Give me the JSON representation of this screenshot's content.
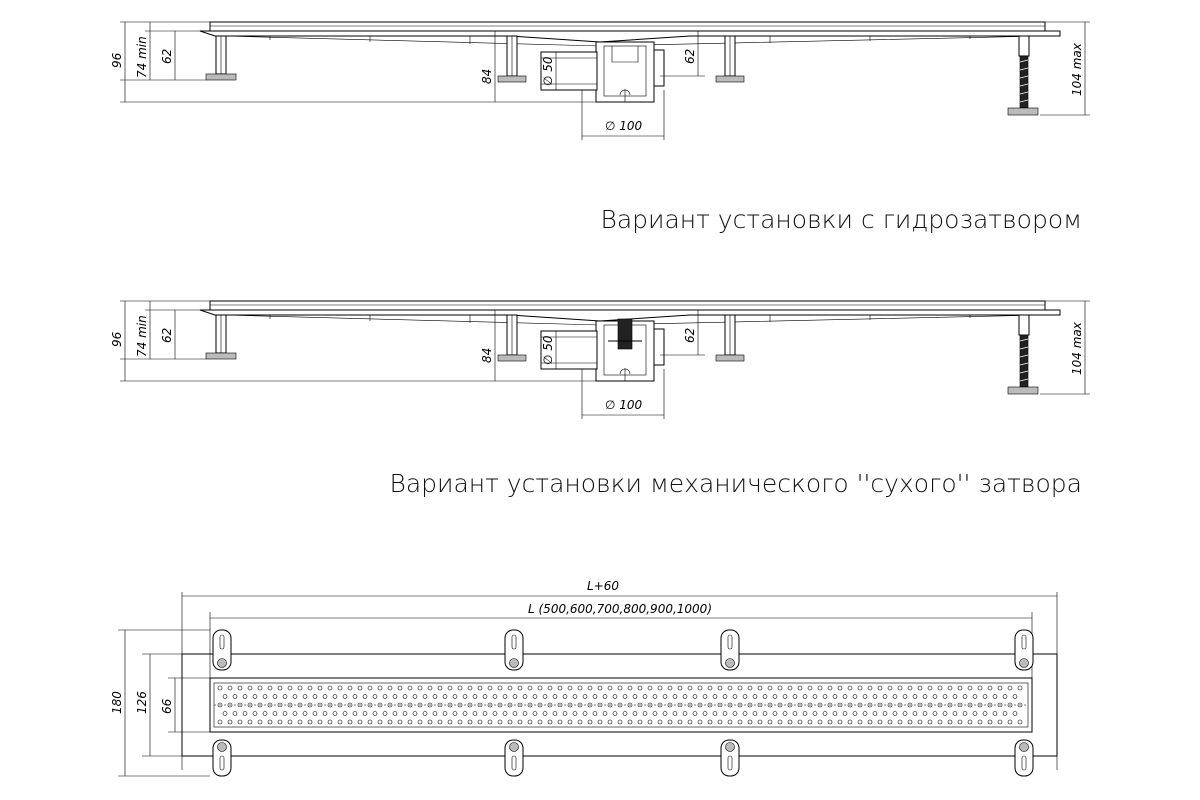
{
  "section_a": {
    "caption": "Вариант установки с гидрозатвором",
    "dims": {
      "d96": "96",
      "d74min": "74 min",
      "d62_left": "62",
      "d84": "84",
      "d50": "∅ 50",
      "d62_right": "62",
      "d100": "∅ 100",
      "d104max": "104 max"
    }
  },
  "section_b": {
    "caption": "Вариант установки механического ''сухого'' затвора",
    "dims": {
      "d96": "96",
      "d74min": "74 min",
      "d62_left": "62",
      "d84": "84",
      "d50": "∅ 50",
      "d62_right": "62",
      "d100": "∅ 100",
      "d104max": "104 max"
    }
  },
  "top_view": {
    "d_total": "L+60",
    "d_length": "L (500,600,700,800,900,1000)",
    "d180": "180",
    "d126": "126",
    "d66": "66"
  }
}
